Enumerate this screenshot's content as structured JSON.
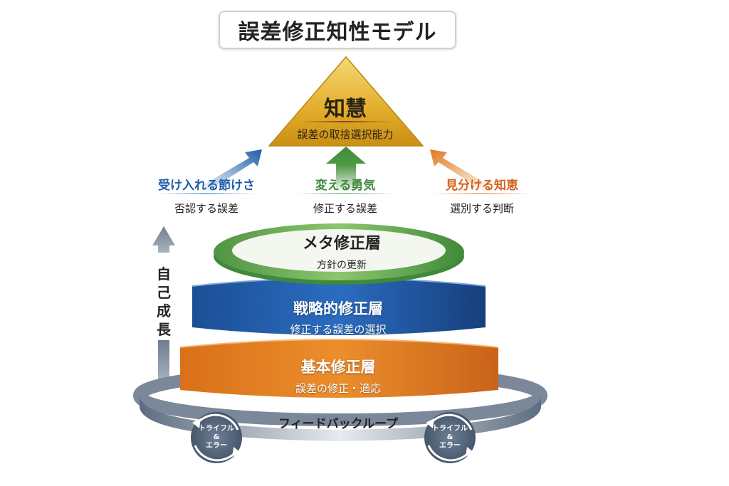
{
  "title": "誤差修正知性モデル",
  "peak": {
    "title": "知慧",
    "subtitle": "誤差の取捨選択能力",
    "color": "#e6b82e"
  },
  "virtues": [
    {
      "title": "受け入れる節けさ",
      "subtitle": "否認する誤差",
      "color": "#1f5ea8",
      "arrow": "arrow-up-right"
    },
    {
      "title": "変える勇気",
      "subtitle": "修正する誤差",
      "color": "#3f8a3a",
      "arrow": "arrow-up"
    },
    {
      "title": "見分ける知恵",
      "subtitle": "選別する判断",
      "color": "#d0641e",
      "arrow": "arrow-up-left"
    }
  ],
  "layers": [
    {
      "id": "meta",
      "title": "メタ修正層",
      "subtitle": "方針の更新",
      "color": "#5aa04a"
    },
    {
      "id": "strategic",
      "title": "戦略的修正層",
      "subtitle": "修正する誤差の選択",
      "color": "#1f5ea8"
    },
    {
      "id": "basic",
      "title": "基本修正層",
      "subtitle": "誤差の修正・適応",
      "color": "#e07a20"
    }
  ],
  "growth_label": "自己成長",
  "feedback_loop": {
    "label": "フィードバックループ",
    "color": "#6b7a8c",
    "cycles": [
      {
        "line1": "トライフル",
        "amp": "&",
        "line2": "エラー"
      },
      {
        "line1": "トライフル",
        "amp": "&",
        "line2": "エラー"
      }
    ]
  }
}
